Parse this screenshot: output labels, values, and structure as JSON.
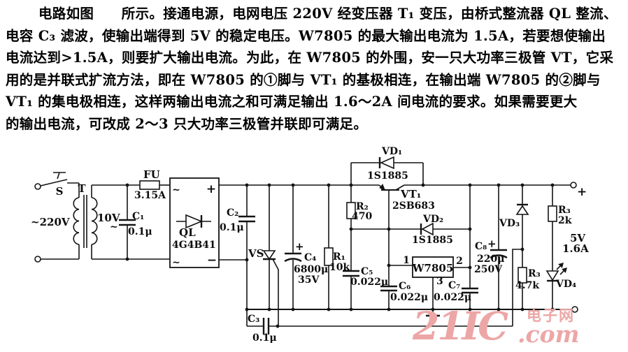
{
  "paragraph": {
    "lines": [
      "电路如图　　所示。接通电源，电网电压 220V 经变压器 T₁ 变压，由桥式整流器 QL 整流、",
      "电容 C₃ 滤波，使输出端得到 5V 的稳定电压。W7805 的最大输出电流为 1.5A，若要想使输出",
      "电流达到>1.5A，则要扩大输出电流。为此，在 W7805 的外围，安一只大功率三极管 VT，它采",
      "用的是并联式扩流方法，即在 W7805 的①脚与 VT₁ 的基极相连，在输出端 W7805 的②脚与",
      "VT₁ 的集电极相连，这样两输出电流之和可满足输出 1.6～2A 间电流的要求。如果需要更大",
      "的输出电流，可改成 2～3 只大功率三极管并联即可满足。"
    ]
  },
  "circuit": {
    "input": {
      "switch": "S",
      "mains": "~220V",
      "transformer": "T",
      "secondary": "10V",
      "sec_ac": "~"
    },
    "fuse": {
      "name": "FU",
      "rating": "3.15A"
    },
    "bridge": {
      "name": "QL",
      "model": "4G4B41",
      "tl": "~",
      "tr": "+",
      "bl": "~",
      "br": "−"
    },
    "caps": {
      "c1": "C₁",
      "c1_val": "0.1μ",
      "c2": "C₂",
      "c2_val": "0.1μ",
      "c3": "C₃",
      "c3_val": "0.1μ",
      "c4": "C₄",
      "c4_plus": "+",
      "c4_val": "6800μ",
      "c4_volt": "35V",
      "c5": "C₅",
      "c5_val": "0.022μ",
      "c6": "C₆",
      "c6_val": "0.022μ",
      "c7": "C₇",
      "c7_val": "0.022μ",
      "c8": "C₈",
      "c8_plus": "+",
      "c8_val": "220μ",
      "c8_volt": "250V"
    },
    "resistors": {
      "r1": "R₁",
      "r1_val": "10k",
      "r2": "R₂",
      "r2_val": "470",
      "r3": "R₃",
      "r3_val": "2k",
      "r4": "R₃",
      "r4_val": "4.7k"
    },
    "semis": {
      "vs": "VS",
      "vd1": "VD₁",
      "vd1_model": "1S1885",
      "vd2": "VD₂",
      "vd2_model": "1S1885",
      "vd3": "VD₃",
      "vd4": "VD₄",
      "vt1": "VT₁",
      "vt1_model": "2SB683"
    },
    "regulator": {
      "name": "W7805",
      "pin1": "1",
      "pin2": "2",
      "pin3": "3"
    },
    "output": {
      "plus": "+",
      "voltage": "5V",
      "current": "1.6A"
    }
  },
  "watermark": {
    "brand": "21IC",
    "tld": ".com",
    "cn": "电子网"
  }
}
